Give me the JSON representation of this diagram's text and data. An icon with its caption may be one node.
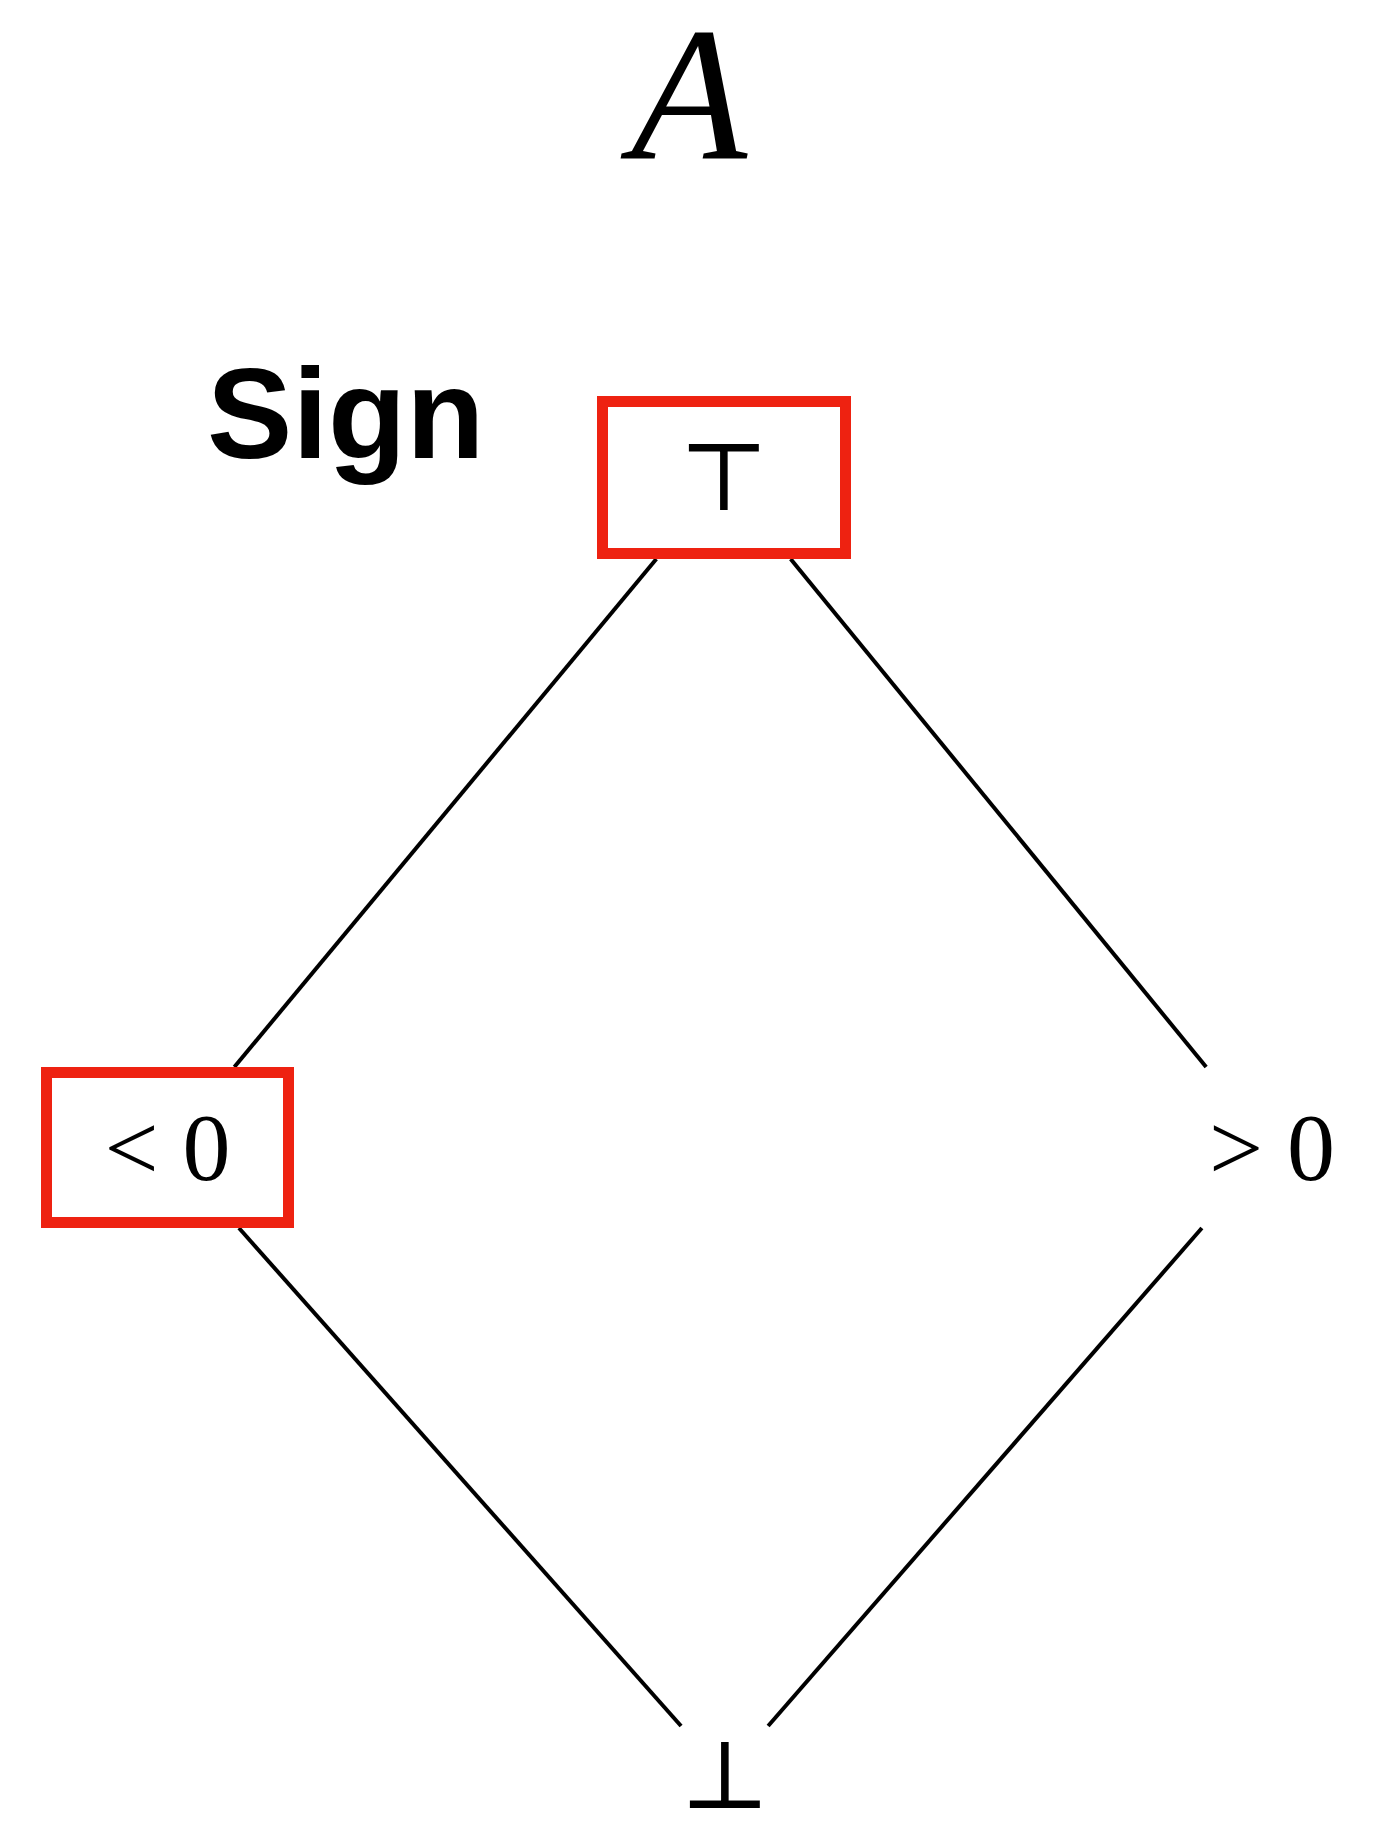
{
  "diagram": {
    "title": "A",
    "nodes": [
      {
        "text": [
          "⊤"
        ]
      },
      {
        "text": [
          "< 0"
        ]
      },
      {
        "text": [
          "> 0"
        ]
      },
      {
        "text": [
          "⊥"
        ]
      }
    ],
    "edges": [
      {
        "from": 0,
        "to": 1,
        "arrow": "none"
      },
      {
        "from": 0,
        "to": 2,
        "arrow": "none"
      },
      {
        "from": 1,
        "to": 3,
        "arrow": "none"
      },
      {
        "from": 2,
        "to": 3,
        "arrow": "none"
      }
    ],
    "labels": [
      "Sign"
    ]
  }
}
